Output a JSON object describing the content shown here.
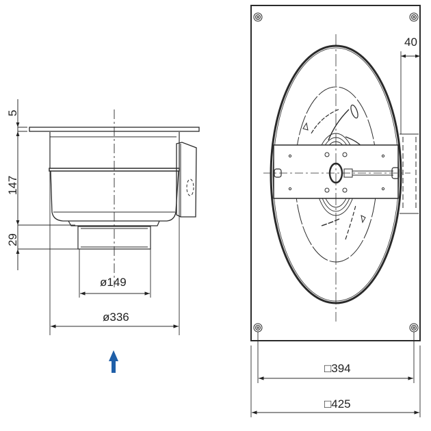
{
  "side_view": {
    "dimensions": {
      "flange_thickness": "5",
      "body_height": "147",
      "inlet_height": "29",
      "inlet_diameter": "ø149",
      "body_diameter": "ø336"
    },
    "airflow_arrow": {
      "icon": "arrow-up-icon",
      "color": "#1f5fa8"
    }
  },
  "front_view": {
    "dimensions": {
      "terminal_box_offset": "40",
      "hole_pitch": "□394",
      "plate_size": "□425"
    }
  },
  "colors": {
    "line": "#2a2a2a",
    "dim_line": "#333333",
    "arrow": "#1f5fa8",
    "background": "#ffffff"
  }
}
